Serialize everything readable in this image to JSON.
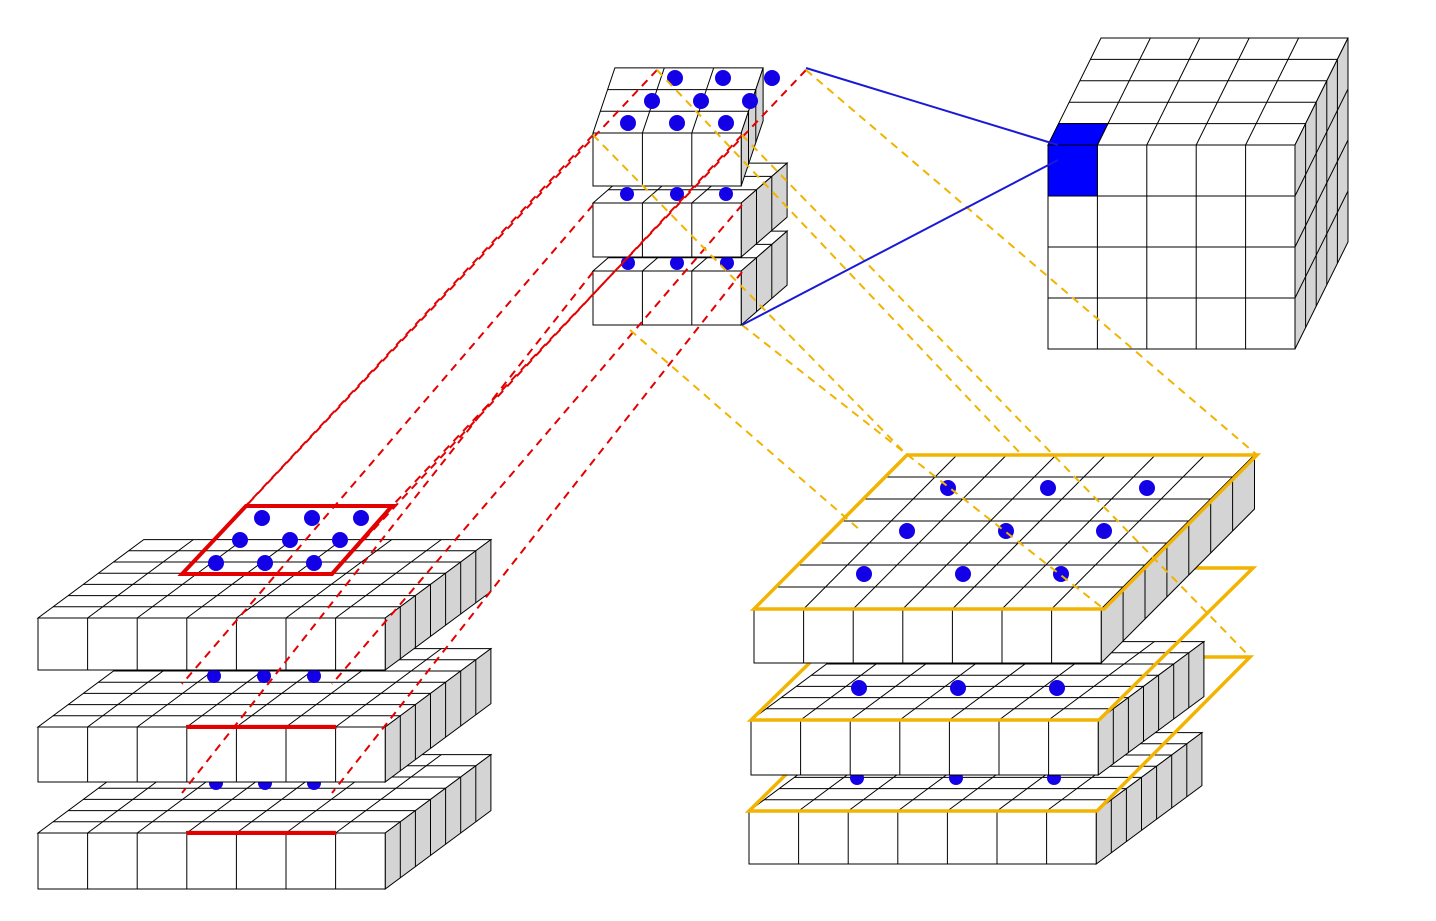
{
  "diagram": {
    "kind": "3d-convolution-illustration",
    "colors": {
      "background": "#ffffff",
      "grid_line": "#000000",
      "top_face": "#ffffff",
      "front_face": "#ffffff",
      "side_face": "#d4d4d4",
      "dot": "#1400e6",
      "highlight_cell": "#0000ff",
      "red_window": "#e30000",
      "orange_window": "#f2b400",
      "blue_link": "#1a1ad6",
      "orange_dashed": "#f0b400",
      "red_dashed": "#e30000"
    },
    "input_volume": {
      "layers": 3,
      "grid": [
        7,
        7
      ],
      "window": {
        "rows": 3,
        "cols": 3,
        "dots_per_window": 9
      }
    },
    "kernel": {
      "layers": 3,
      "grid": [
        3,
        3
      ],
      "dots_on_top_layer": 9
    },
    "dilated_input_volume": {
      "layers": 3,
      "grid": [
        7,
        7
      ],
      "dilated_dots": 9
    },
    "output_volume": {
      "grid": [
        5,
        4,
        5
      ],
      "highlighted_cells": 1
    }
  }
}
